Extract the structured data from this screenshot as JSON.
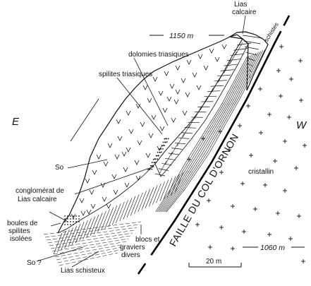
{
  "labels": {
    "lias_calcaire": [
      "Lias",
      "calcaire"
    ],
    "schistes": "schistes",
    "altitude_top": "1150 m",
    "altitude_bottom": "1060 m",
    "dolomies": "dolomies triasiques",
    "spilites": "spilites triasiques",
    "east": "E",
    "west": "W",
    "so_upper": "So",
    "so_lower": "So ?",
    "cristallin": "cristallin",
    "conglomerat": [
      "conglomérat de",
      "Lias calcaire"
    ],
    "boules": [
      "boules de",
      "spilites",
      "isolées"
    ],
    "blocs": [
      "blocs et",
      "graviers",
      "divers"
    ],
    "lias_schisteux": "Lias schisteux",
    "fault_name": "FAILLE DU COL D'ORNON",
    "scale": "20 m"
  }
}
